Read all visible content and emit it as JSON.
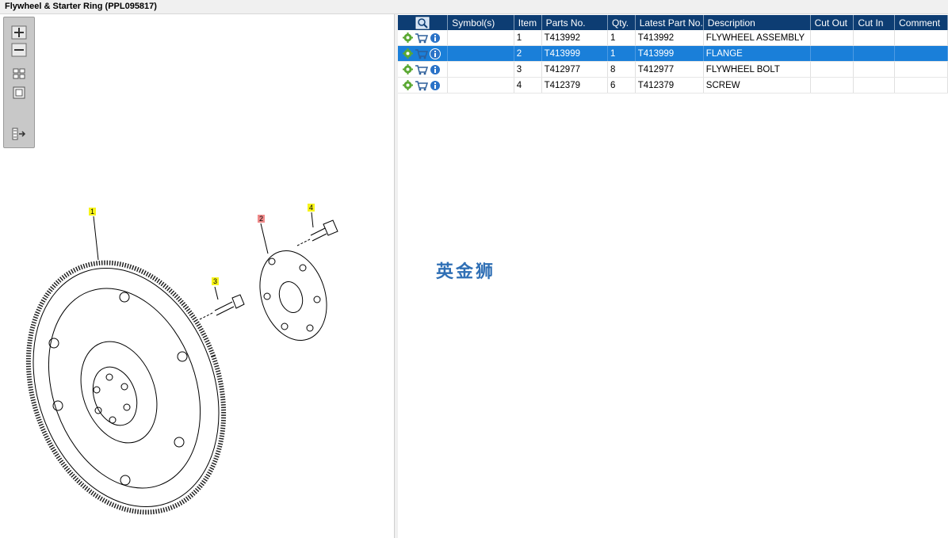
{
  "window": {
    "title": "Flywheel & Starter Ring (PPL095817)"
  },
  "toolbar": {
    "buttons": [
      {
        "icon": "zoom-in-icon"
      },
      {
        "icon": "zoom-out-icon"
      },
      {
        "icon": "fit-grid-icon"
      },
      {
        "icon": "actual-size-icon"
      },
      {
        "icon": "panel-toggle-icon"
      }
    ]
  },
  "callouts": [
    "1",
    "2",
    "3",
    "4"
  ],
  "table": {
    "columns": [
      "",
      "Symbol(s)",
      "Item",
      "Parts No.",
      "Qty.",
      "Latest Part No.",
      "Description",
      "Cut Out",
      "Cut In",
      "Comment"
    ],
    "rows": [
      {
        "item": "1",
        "part_no": "T413992",
        "qty": "1",
        "latest": "T413992",
        "description": "FLYWHEEL ASSEMBLY",
        "selected": false
      },
      {
        "item": "2",
        "part_no": "T413999",
        "qty": "1",
        "latest": "T413999",
        "description": "FLANGE",
        "selected": true
      },
      {
        "item": "3",
        "part_no": "T412977",
        "qty": "8",
        "latest": "T412977",
        "description": "FLYWHEEL BOLT",
        "selected": false
      },
      {
        "item": "4",
        "part_no": "T412379",
        "qty": "6",
        "latest": "T412379",
        "description": "SCREW",
        "selected": false
      }
    ]
  },
  "watermark": "英金狮",
  "colors": {
    "header": "#0d3d73",
    "selected": "#1a7fd9",
    "callout_yellow": "#f7f41a",
    "callout_red": "#f08a8a"
  }
}
